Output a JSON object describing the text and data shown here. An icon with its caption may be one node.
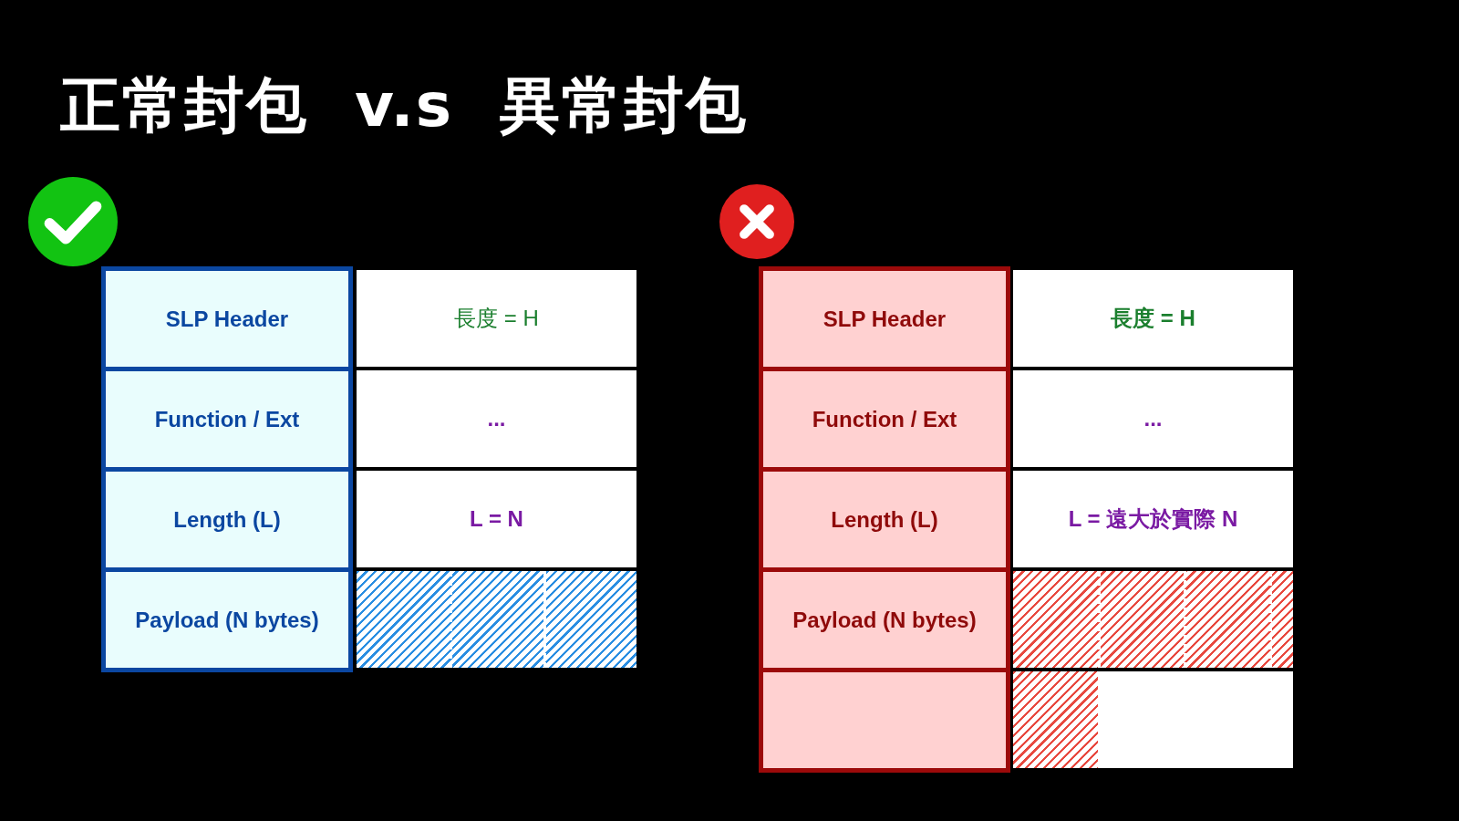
{
  "diagram": {
    "title": "正常封包 v.s 異常封包",
    "nodes": [
      {
        "text": [
          "SLP Header"
        ]
      },
      {
        "text": [
          "長度 = H"
        ]
      },
      {
        "text": [
          "Function / Ext"
        ]
      },
      {
        "text": [
          "..."
        ]
      },
      {
        "text": [
          "Length (L)"
        ]
      },
      {
        "text": [
          "L = N"
        ]
      },
      {
        "text": [
          "Payload (N bytes)"
        ]
      },
      {
        "text": [],
        "shape": "box"
      },
      {
        "text": [
          "SLP Header"
        ]
      },
      {
        "text": [
          "長度 = H"
        ]
      },
      {
        "text": [
          "Function / Ext"
        ]
      },
      {
        "text": [
          "..."
        ]
      },
      {
        "text": [
          "Length (L)"
        ]
      },
      {
        "text": [
          "L = 遠大於實際 N"
        ]
      },
      {
        "text": [
          "Payload (N bytes)"
        ]
      },
      {
        "text": [],
        "shape": "box"
      },
      {
        "text": [],
        "shape": "box"
      },
      {
        "text": [],
        "shape": "box"
      }
    ]
  }
}
